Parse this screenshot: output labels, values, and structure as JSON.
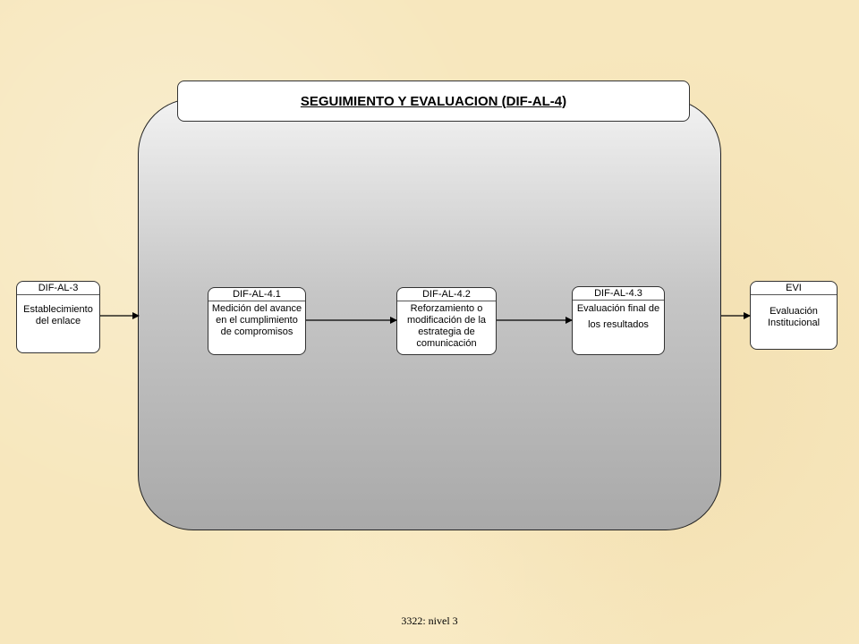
{
  "diagram": {
    "title": "SEGUIMIENTO Y EVALUACION (DIF-AL-4)",
    "input": {
      "code": "DIF-AL-3",
      "desc": "Establecimiento del enlace"
    },
    "steps": [
      {
        "code": "DIF-AL-4.1",
        "desc": "Medición del avance en el cumplimiento de compromisos"
      },
      {
        "code": "DIF-AL-4.2",
        "desc": "Reforzamiento o modificación de la estrategia de comunicación"
      },
      {
        "code": "DIF-AL-4.3",
        "desc": "Evaluación final de los resultados"
      }
    ],
    "output": {
      "code": "EVI",
      "desc": "Evaluación Institucional"
    }
  },
  "footer": {
    "text": "3322: nivel 3"
  }
}
